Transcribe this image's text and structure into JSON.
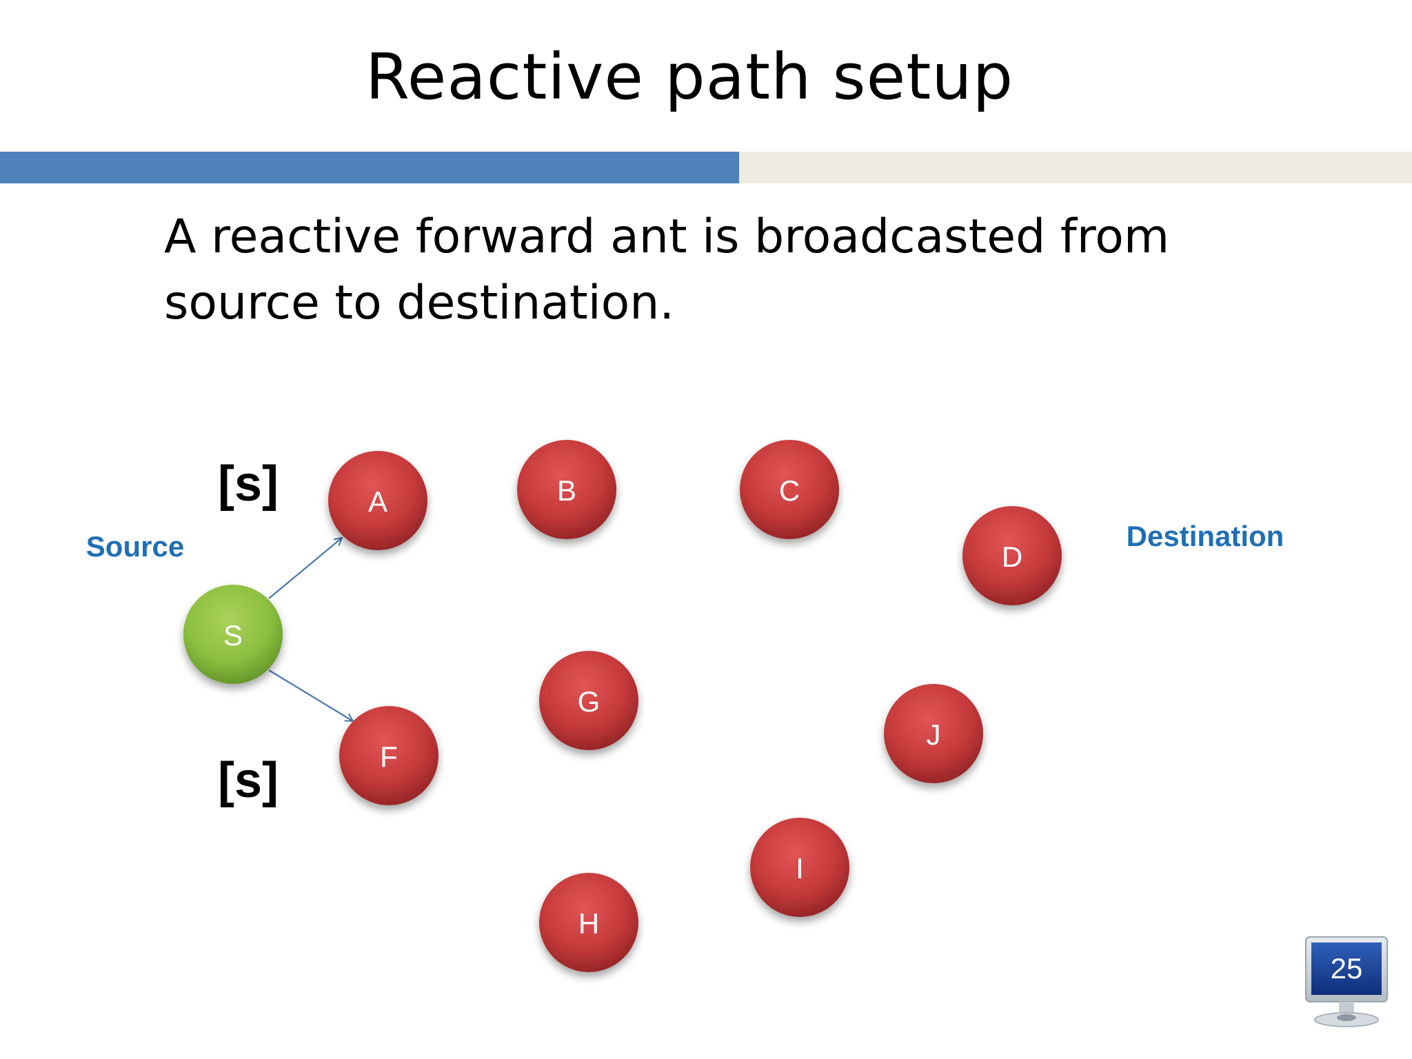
{
  "slide": {
    "title": "Reactive path setup",
    "body_text": "A reactive forward ant is broadcasted from source to destination.",
    "page_number": "25"
  },
  "labels": {
    "source": "Source",
    "destination": "Destination",
    "bracket_a": "[s]",
    "bracket_f": "[s]"
  },
  "nodes": [
    {
      "id": "S",
      "label": "S",
      "kind": "source"
    },
    {
      "id": "A",
      "label": "A",
      "kind": "node"
    },
    {
      "id": "B",
      "label": "B",
      "kind": "node"
    },
    {
      "id": "C",
      "label": "C",
      "kind": "node"
    },
    {
      "id": "D",
      "label": "D",
      "kind": "node"
    },
    {
      "id": "F",
      "label": "F",
      "kind": "node"
    },
    {
      "id": "G",
      "label": "G",
      "kind": "node"
    },
    {
      "id": "H",
      "label": "H",
      "kind": "node"
    },
    {
      "id": "I",
      "label": "I",
      "kind": "node"
    },
    {
      "id": "J",
      "label": "J",
      "kind": "node"
    }
  ],
  "edges": [
    {
      "from": "S",
      "to": "A"
    },
    {
      "from": "S",
      "to": "F"
    }
  ],
  "colors": {
    "accent_band": "#4f81bd",
    "band_light": "#eeece1",
    "node_red": "#c0393b",
    "node_green": "#8cbf3f",
    "label_blue": "#1f6fb5",
    "arrow": "#4a76b0"
  }
}
